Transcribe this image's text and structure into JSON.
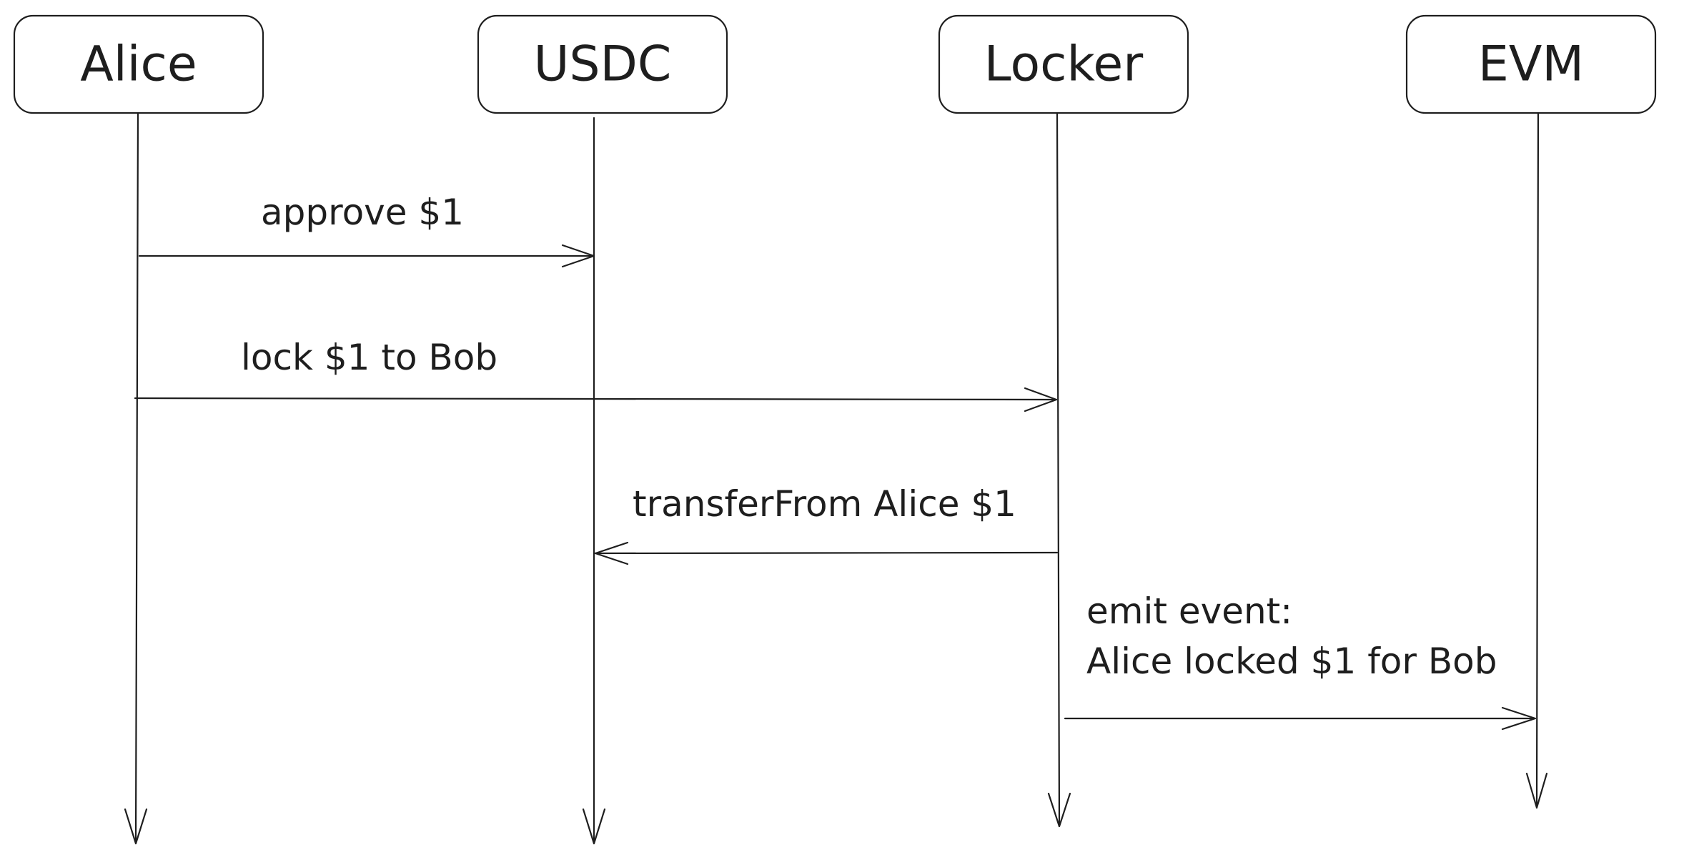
{
  "actors": [
    {
      "id": "alice",
      "label": "Alice"
    },
    {
      "id": "usdc",
      "label": "USDC"
    },
    {
      "id": "locker",
      "label": "Locker"
    },
    {
      "id": "evm",
      "label": "EVM"
    }
  ],
  "messages": [
    {
      "from": "alice",
      "to": "usdc",
      "lines": [
        "approve $1"
      ]
    },
    {
      "from": "alice",
      "to": "locker",
      "lines": [
        "lock $1 to Bob"
      ]
    },
    {
      "from": "locker",
      "to": "usdc",
      "lines": [
        "transferFrom Alice $1"
      ]
    },
    {
      "from": "locker",
      "to": "evm",
      "lines": [
        "emit event:",
        "Alice locked $1 for Bob"
      ]
    }
  ]
}
